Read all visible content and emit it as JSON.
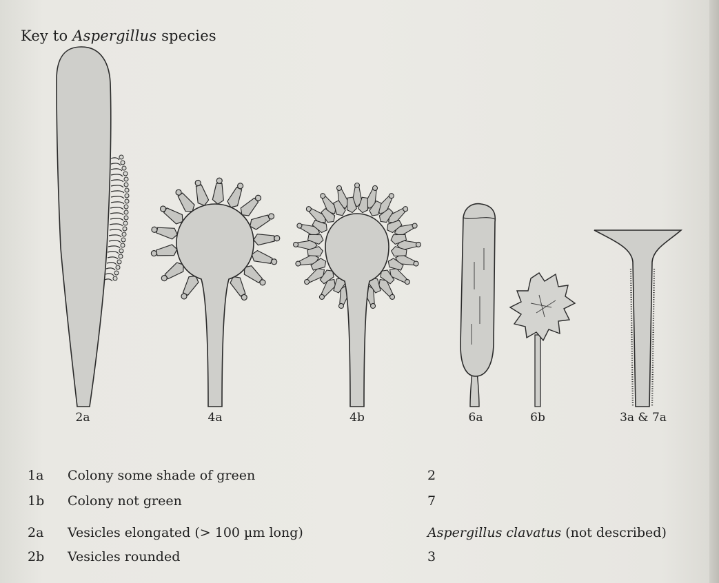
{
  "title": {
    "text": "Key to ",
    "italic": "Aspergillus",
    "rest": " species"
  },
  "figure_labels": [
    "2a",
    "4a",
    "4b",
    "6a",
    "6b",
    "3a & 7a"
  ],
  "key": [
    {
      "code": "1a",
      "description": "Colony some shade of green",
      "target": "2"
    },
    {
      "code": "1b",
      "description": "Colony not green",
      "target": "7"
    },
    {
      "code": "2a",
      "description": "Vesicles elongated (> 100 µm long)",
      "target_italic": "Aspergillus clavatus",
      "target": " (not described)"
    },
    {
      "code": "2b",
      "description": "Vesicles rounded",
      "target": "3"
    }
  ],
  "colors": {
    "ink": "#2a2a2a",
    "fill": "#cfcfcb",
    "paper": "#ebeae5"
  }
}
